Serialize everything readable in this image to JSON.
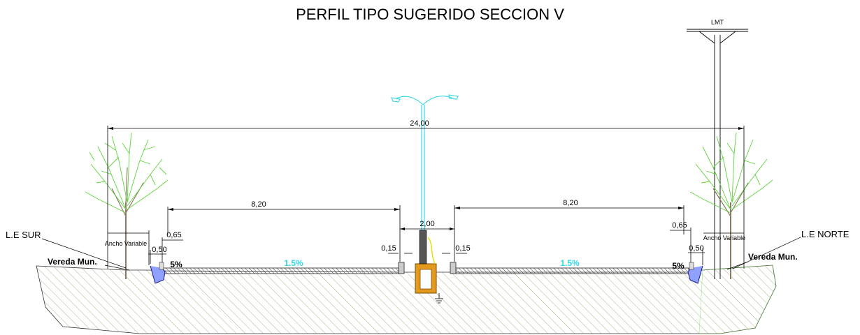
{
  "title": "PERFIL TIPO  SUGERIDO SECCION V",
  "pole_label": "LMT",
  "dimensions": {
    "total": "24,00",
    "lane_left": "8,20",
    "lane_right": "8,20",
    "median": "2,00",
    "median_left": "0,15",
    "median_right": "0,15",
    "gutter_left": "0,65",
    "gutter_right": "0,65",
    "curb_left": "0,50",
    "curb_right": "0,50",
    "sidewalk_left": "Ancho Variable",
    "sidewalk_right": "Ancho Variable"
  },
  "slopes": {
    "lane_left": "1.5%",
    "lane_right": "1.5%",
    "gutter_left": "5%",
    "gutter_right": "5%"
  },
  "labels": {
    "le_sur": "L.E SUR",
    "le_norte": "L.E NORTE",
    "vereda_left": "Vereda Mun.",
    "vereda_right": "Vereda Mun."
  },
  "colors": {
    "lamp": "#2fd6e6",
    "tree": "#5fd43a",
    "trunk": "#8a7a66",
    "pavement": "#333333",
    "trench": "#e39a1e",
    "gutter": "#3a3acb"
  }
}
